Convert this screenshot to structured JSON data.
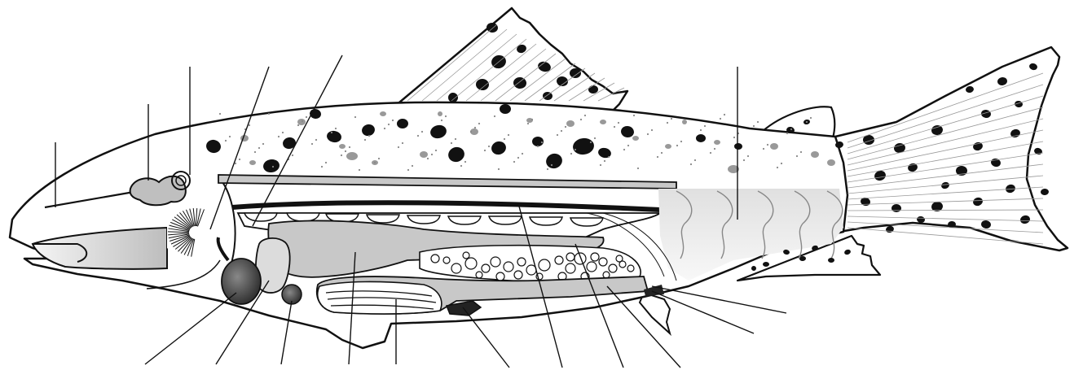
{
  "diagram": {
    "type": "fish-anatomy-line-drawing",
    "subject": "trout",
    "labels_printed": false,
    "colors": {
      "outline": "#111111",
      "body_fill": "#ffffff",
      "organ_fill": "#c8c8c8",
      "dark_organ": "#555555",
      "spot_black": "#111111",
      "spot_gray": "#999999",
      "leader_line": "#111111"
    },
    "top_leader_count": 6,
    "bottom_leader_count": 11
  }
}
